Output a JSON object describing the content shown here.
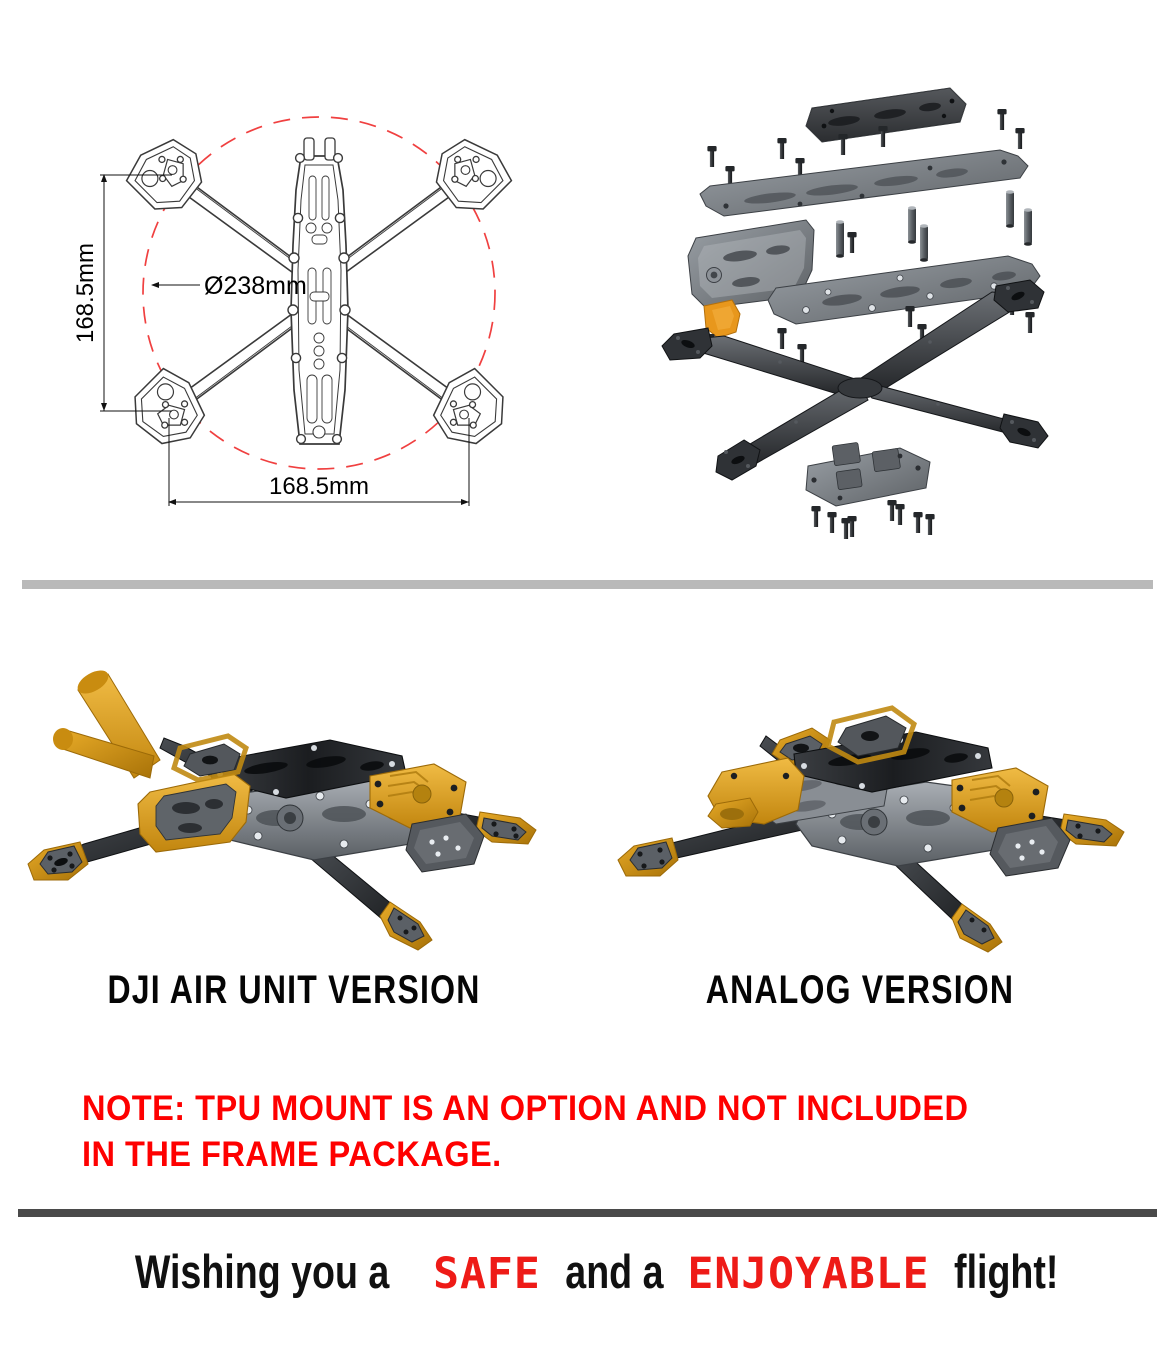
{
  "specs": {
    "section_name": "frame-specifications",
    "dimensions": {
      "height_label": "168.5mm",
      "width_label": "168.5mm",
      "prop_circle_label": "Ø238mm"
    },
    "views": {
      "top_view_name": "frame-top-view-drawing",
      "exploded_view_name": "frame-exploded-assembly-drawing"
    },
    "colors": {
      "dimension_circle": "#f04040",
      "line_art": "#3a3a3a"
    }
  },
  "versions": [
    {
      "id": "dji",
      "caption": "DJI AIR UNIT VERSION",
      "render_name": "dji-air-unit-frame-render"
    },
    {
      "id": "analog",
      "caption": "ANALOG VERSION",
      "render_name": "analog-frame-render"
    }
  ],
  "note": {
    "line1": "NOTE: TPU MOUNT IS AN OPTION AND NOT INCLUDED",
    "line2": "IN THE FRAME PACKAGE.",
    "color": "#fe0000"
  },
  "footer": {
    "part1": "Wishing you a",
    "highlight1": "SAFE",
    "part2": "and a",
    "highlight2": "ENJOYABLE",
    "part3": "flight!",
    "highlight_color": "#ee1b17"
  },
  "palette": {
    "tpu_yellow": "#e2a521",
    "tpu_yellow_dark": "#b87f12",
    "tpu_orange": "#e8971c",
    "carbon_dark": "#2c2e31",
    "carbon_mid": "#4c4f53",
    "carbon_light": "#84888d",
    "metal_grey": "#9aa0a6",
    "divider_light": "#b9b9b9",
    "divider_dark": "#4a4a4a"
  }
}
